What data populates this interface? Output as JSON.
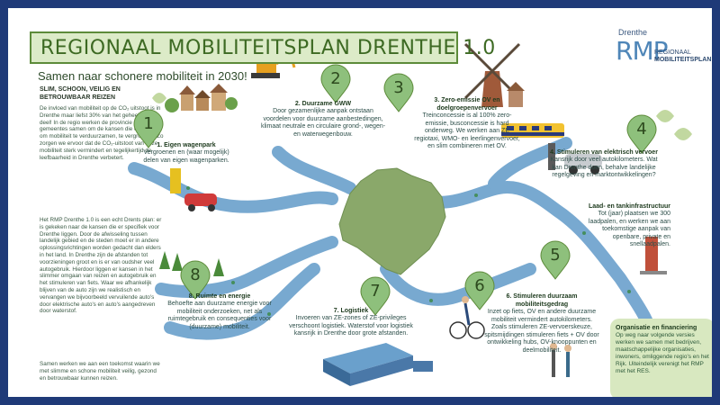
{
  "header": {
    "title": "REGIONAAL MOBILITEITSPLAN DRENTHE 1.0",
    "subtitle": "Samen naar schonere mobiliteit in 2030!"
  },
  "logo": {
    "top": "Drenthe",
    "mark": "RMP",
    "line1": "REGIONAAL",
    "line2": "MOBILITEITSPLAN"
  },
  "intro": {
    "heading": "SLIM, SCHOON, VEILIG EN BETROUWBAAR REIZEN",
    "paragraphs": [
      "De invloed van mobiliteit op de CO₂ uitstoot is in Drenthe maar liefst 30% van het geheel. 1/3 deel! In de regio werken de provincie en Drentse gemeentes samen om de kansen die er liggen om mobiliteit te verduurzamen, te vergroenen. Zo zorgen we ervoor dat de CO₂-uitstoot van onze mobiliteit sterk vermindert en tegelijkertijd de leefbaarheid in Drenthe verbetert.",
      "Het RMP Drenthe 1.0 is een echt Drents plan: er is gekeken naar de kansen die er specifiek voor Drenthe liggen. Door de afwisseling tussen landelijk gebied en de steden moet er in andere oplossingsrichtingen worden gedacht dan elders in het land. In Drenthe zijn de afstanden tot voorzieningen groot en is er van oudsher veel autogebruik. Hierdoor liggen er kansen in het slimmer omgaan van reizen en autogebruik en het stimuleren van fiets. Waar we afhankelijk blijven van de auto zijn we realistisch en vervangen we bijvoorbeeld vervuilende auto's door elektrische auto's en auto's aangedreven door waterstof.",
      "Samen werken we aan een toekomst waarin we met slimme en schone mobiliteit veilig, gezond en betrouwbaar kunnen reizen."
    ]
  },
  "cards": [
    {
      "num": "1",
      "title": "1. Eigen wagenpark",
      "text": "Vergroenen en (waar mogelijk) delen van eigen wagenparken."
    },
    {
      "num": "2",
      "title": "2. Duurzame GWW",
      "text": "Door gezamenlijke aanpak ontstaan voordelen voor duurzame aanbestedingen, klimaat neutrale en circulaire grond-, wegen- en waterwegenbouw."
    },
    {
      "num": "3",
      "title": "3. Zero-emissie OV en doelgroepenvervoer",
      "text": "Treinconcessie is al 100% zero-emissie, busconcessie is hard onderweg. We werken aan ZE regiotaxi, WMO- en leerlingenvervoer, en slim combineren met OV."
    },
    {
      "num": "4",
      "title": "4. Stimuleren van elektrisch vervoer",
      "text": "Kansrijk door veel autokilometers. Wat kan Drenthe doen, behalve landelijke regelgeving en marktontwikkelingen?"
    },
    {
      "num": "5",
      "title": "Laad- en tankinfrastructuur",
      "text": "Tot (jaar) plaatsen we 300 laadpalen, en werken we aan toekomstige aanpak van openbare, private en snellaadpalen."
    },
    {
      "num": "6",
      "title": "6. Stimuleren duurzaam mobiliteitsgedrag",
      "text": "Inzet op fiets, OV en andere duurzame mobiliteit vermindert autokilometers. Zoals stimuleren ZE-vervoerskeuze, spitsmijdingen stimuleren fiets + OV door ontwikkeling hubs, OV-knooppunten en deelmobiliteit."
    },
    {
      "num": "7",
      "title": "7. Logistiek",
      "text": "Invoeren van ZE-zones of ZE-privileges verschoont logistiek. Waterstof voor logistiek kansrijk in Drenthe door grote afstanden."
    },
    {
      "num": "8",
      "title": "8. Ruimte en energie",
      "text": "Behoefte aan duurzame energie voor mobiliteit onderzoeken, net als ruimtegebruik en consequenties voor (duurzame) mobiliteit."
    }
  ],
  "organisation": {
    "title": "Organisatie en financiering",
    "text": "Op weg naar volgende versies werken we samen met bedrijven, maatschappelijke organisaties, inwoners, omliggende regio's en het Rijk. Uiteindelijk verenigt het RMP met het RES."
  },
  "colors": {
    "border": "#1f3a78",
    "road": "#6aa0cc",
    "map": "#8aa86a",
    "pin": "#8ec07c",
    "title_bg": "#dcebc8",
    "title_text": "#3d6a23"
  }
}
